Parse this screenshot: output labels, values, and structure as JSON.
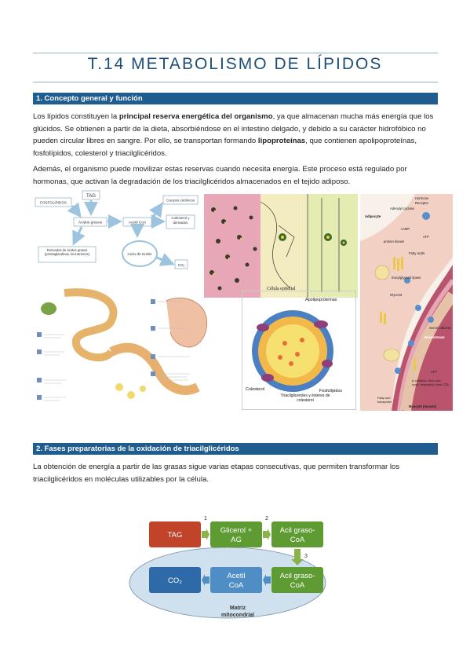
{
  "title": "T.14 METABOLISMO DE LÍPIDOS",
  "section1": {
    "heading": "1. Concepto general y función",
    "p1": {
      "t1": "Los lípidos constituyen la ",
      "b1": "principal reserva energética del organismo",
      "t2": ", ya que almacenan mucha más energía que los glúcidos. Se obtienen a partir de la dieta, absorbiéndose en el intestino delgado, y debido a su carácter hidrofóbico no pueden circular libres en sangre. Por ello, se transportan formando ",
      "b2": "lipoproteínas",
      "t3": ", que contienen apolipoproteínas, fosfolípidos, colesterol y triacilglicéridos."
    },
    "p2": "Además, el organismo puede movilizar estas reservas cuando necesita energía. Este proceso está regulado por hormonas, que activan la degradación de los triacilglicéridos almacenados en el tejido adiposo."
  },
  "diagram1": {
    "tag": "TAG",
    "fosfolipidos": "FOSFOLÍPIDOS",
    "acidos_grasos": "Ácidos grasos",
    "acetil_coa": "Acetil CoA",
    "cuerpos_cetonicos": "Cuerpos cetónicos",
    "colesterol": "Colesterol y derivados",
    "derivados": "Derivados de ácidos grasos (prostaglandinas, leucotrienos)",
    "ciclo_krebs": "Ciclo de Krebs",
    "co2": "CO₂"
  },
  "lipoprotein": {
    "apolipoproteinas": "Apolipoproteínas",
    "colesterol": "Colesterol",
    "fosfolipidos": "Fosfolípidos",
    "tag_esteres": "Triacilgliceroles y ésteres de colesterol"
  },
  "adipocyte": {
    "hormone": "Hormone",
    "receptor": "Receptor",
    "adenylyl": "Adenylyl cyclase",
    "adipocyte": "Adipocyte",
    "camp": "cAMP",
    "atp": "ATP",
    "pka": "protein kinase",
    "fatty_acids": "Fatty acids",
    "tag_lipase": "triacylglycerol lipase",
    "glycerol": "Glycerol",
    "serum": "Serum albumin",
    "bloodstream": "Bloodstream",
    "atp2": "ATP",
    "co2": "CO₂",
    "oxidation": "β oxidation, citric acid cycle, respiratory chain",
    "transporter": "Fatty acid transporter",
    "myocyte": "Myocyte (muscle)"
  },
  "micro": {
    "label": "Célula epitelial"
  },
  "section2": {
    "heading": "2. Fases preparatorias de la oxidación de triacilglicéridos",
    "p1": "La obtención de energía a partir de las grasas sigue varias etapas consecutivas, que permiten transformar los triacilglicéridos en moléculas utilizables por la célula."
  },
  "flow": {
    "tag": "TAG",
    "glicerol": [
      "Glicerol +",
      "AG"
    ],
    "acil1": [
      "Acil graso-",
      "CoA"
    ],
    "acil2": [
      "Acil graso-",
      "CoA"
    ],
    "acetil": [
      "Acetil",
      "CoA"
    ],
    "co2": "CO₂",
    "step1": "1",
    "step2": "2",
    "step3": "3",
    "matriz": [
      "Matriz",
      "mitocondrial"
    ]
  },
  "colors": {
    "heading_bar": "#1f5c8f",
    "title": "#1f4e79",
    "flow_red": "#c0432a",
    "flow_green": "#5e9b32",
    "flow_blue": "#2e6aa8",
    "matrix": "#cfe0ee"
  }
}
